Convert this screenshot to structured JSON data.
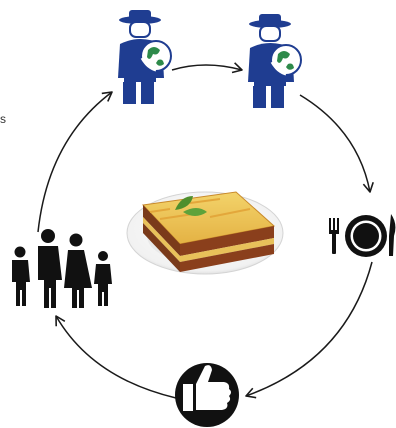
{
  "edge_fragment_text": "s",
  "colors": {
    "arrow": "#1a1a1a",
    "farmer_blue": "#1f3d91",
    "globe_green": "#2d8a4a",
    "plate": "#111111",
    "family": "#111111",
    "thumb": "#111111"
  },
  "nodes": [
    {
      "name": "farmer-with-globe-1",
      "icon": "farmer-globe-icon"
    },
    {
      "name": "farmer-with-globe-2",
      "icon": "farmer-globe-icon"
    },
    {
      "name": "plate-with-cutlery",
      "icon": "plate-cutlery-icon"
    },
    {
      "name": "thumbs-up",
      "icon": "thumbs-up-icon"
    },
    {
      "name": "family",
      "icon": "family-icon"
    }
  ],
  "center_image": {
    "icon": "lasagna-plate-icon"
  }
}
